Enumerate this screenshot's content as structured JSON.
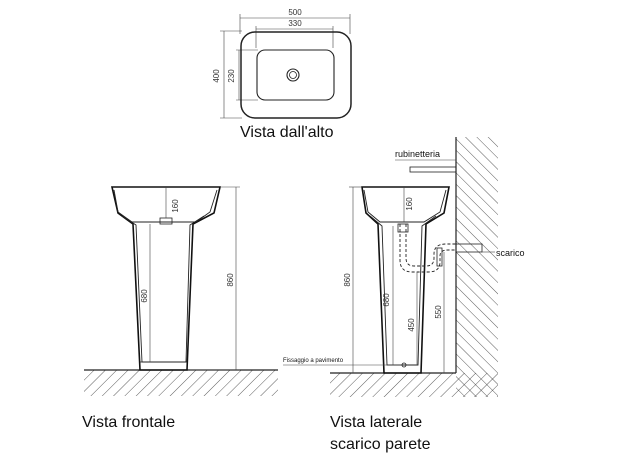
{
  "top_view": {
    "dim_width_outer": "500",
    "dim_width_inner": "330",
    "dim_depth_outer": "400",
    "dim_depth_inner": "230",
    "caption": "Vista dall'alto"
  },
  "front_view": {
    "dim_bowl_depth": "160",
    "dim_total_height": "860",
    "dim_inner_height": "680",
    "caption": "Vista frontale"
  },
  "side_view": {
    "label_faucet": "rubinetteria",
    "label_drain": "scarico",
    "label_floor_fixing": "Fissaggio a pavimento",
    "dim_bowl_depth": "160",
    "dim_total_height": "860",
    "dim_inner_height": "680",
    "dim_drain_height_a": "450",
    "dim_drain_height_b": "550",
    "caption_line1": "Vista laterale",
    "caption_line2": "scarico parete"
  }
}
